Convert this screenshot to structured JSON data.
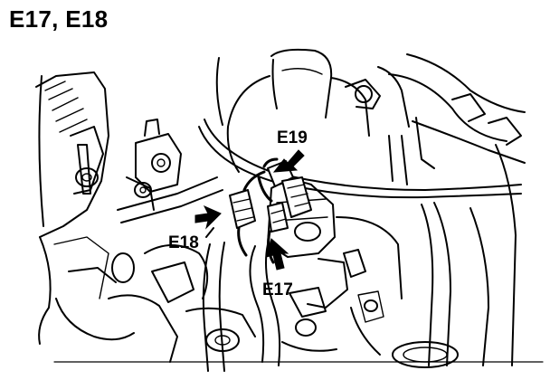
{
  "title": "E17, E18",
  "callouts": {
    "e19": "E19",
    "e18": "E18",
    "e17": "E17"
  },
  "colors": {
    "line": "#000000",
    "background": "#ffffff"
  }
}
